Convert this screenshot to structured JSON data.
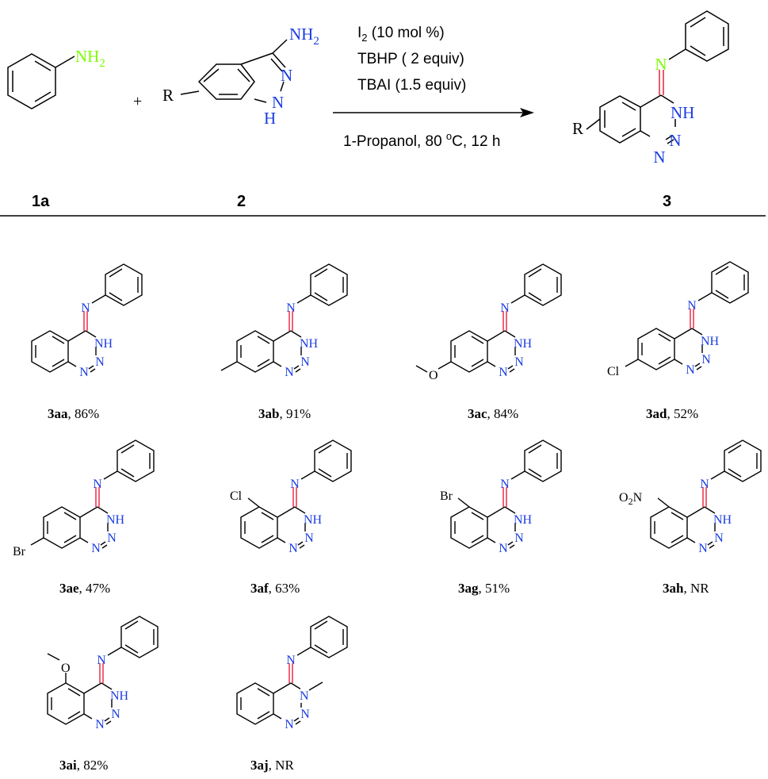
{
  "reaction": {
    "conditions": {
      "catalyst": "I",
      "catalyst_sub": "2",
      "catalyst_load": " (10 mol %)",
      "oxidant": "TBHP ( 2 equiv)",
      "additive": "TBAI (1.5 equiv)",
      "solvent_pre": "1-Propanol, 80 ",
      "solvent_sup": "o",
      "solvent_post": "C, 12 h"
    },
    "plus": "+",
    "labels": {
      "amine": "1a",
      "indazole": "2",
      "product": "3"
    }
  },
  "atoms": {
    "N": "N",
    "NH": "NH",
    "NH2_main": "NH",
    "NH2_sub": "2",
    "H": "H",
    "R": "R",
    "Cl": "Cl",
    "Br": "Br",
    "O": "O",
    "O2N_main": "O",
    "O2N_sub": "2",
    "O2N_end": "N"
  },
  "products": [
    {
      "id": "3aa",
      "yield": ", 86%"
    },
    {
      "id": "3ab",
      "yield": ", 91%"
    },
    {
      "id": "3ac",
      "yield": ", 84%"
    },
    {
      "id": "3ad",
      "yield": ", 52%"
    },
    {
      "id": "3ae",
      "yield": ", 47%"
    },
    {
      "id": "3af",
      "yield": ", 63%"
    },
    {
      "id": "3ag",
      "yield": ", 51%"
    },
    {
      "id": "3ah",
      "yield": ", NR"
    },
    {
      "id": "3ai",
      "yield": ", 82%"
    },
    {
      "id": "3aj",
      "yield": ", NR"
    }
  ],
  "colors": {
    "nh2_aniline": "#7cfc00",
    "nitrogen": "#1a3ce0",
    "imine_bond": "#e8203a",
    "imine_n": "#7cfc00",
    "ink": "#000000"
  }
}
